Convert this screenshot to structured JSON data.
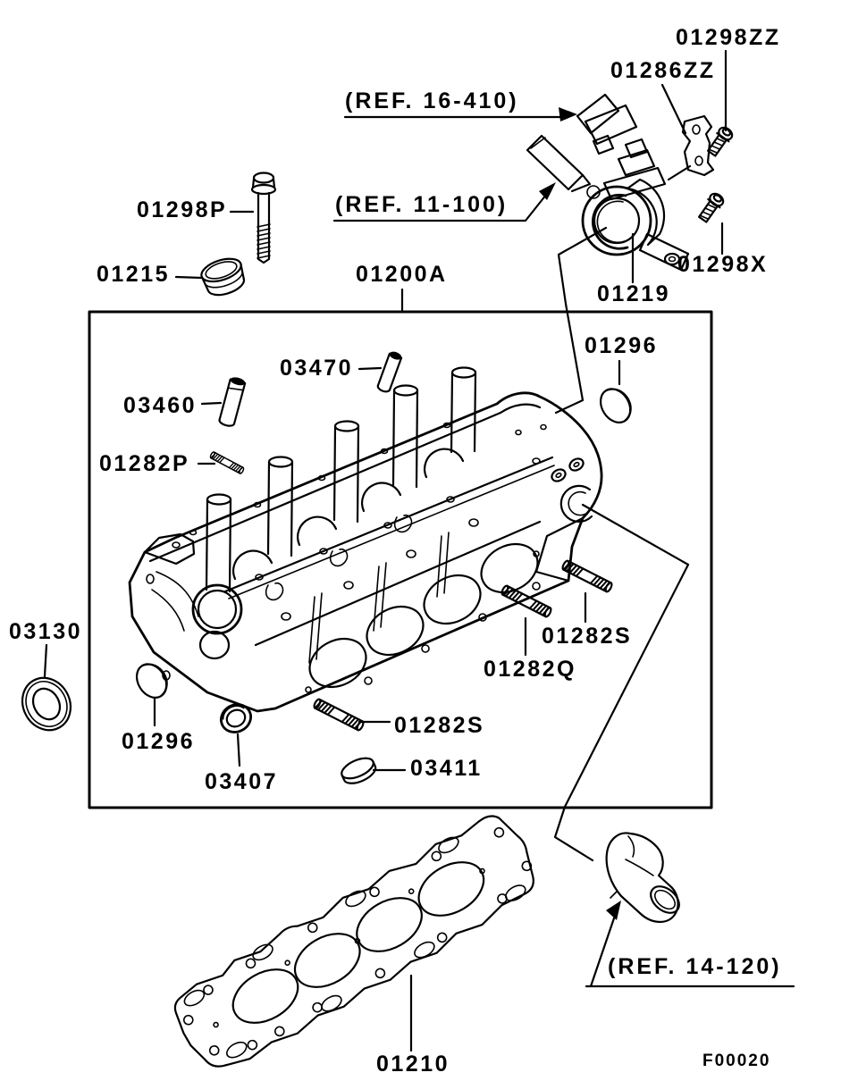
{
  "diagram_title": "Cylinder head exploded parts diagram",
  "figure": {
    "code": "F00020"
  },
  "assembly": {
    "box_label": "01200A"
  },
  "labels": {
    "p01298zz": "01298ZZ",
    "p01286zz": "01286ZZ",
    "ref16410": "(REF. 16-410)",
    "p01298p": "01298P",
    "ref11100": "(REF. 11-100)",
    "p01215": "01215",
    "p01200a": "01200A",
    "p01219": "01219",
    "p01298x": "01298X",
    "p01296_top": "01296",
    "p03470": "03470",
    "p03460": "03460",
    "p01282p": "01282P",
    "p03130": "03130",
    "p01296_left": "01296",
    "p03407": "03407",
    "p01282s_bottom": "01282S",
    "p03411": "03411",
    "p01282q": "01282Q",
    "p01282s_right": "01282S",
    "p01210": "01210",
    "ref14120": "(REF. 14-120)",
    "figure_code": "F00020"
  }
}
